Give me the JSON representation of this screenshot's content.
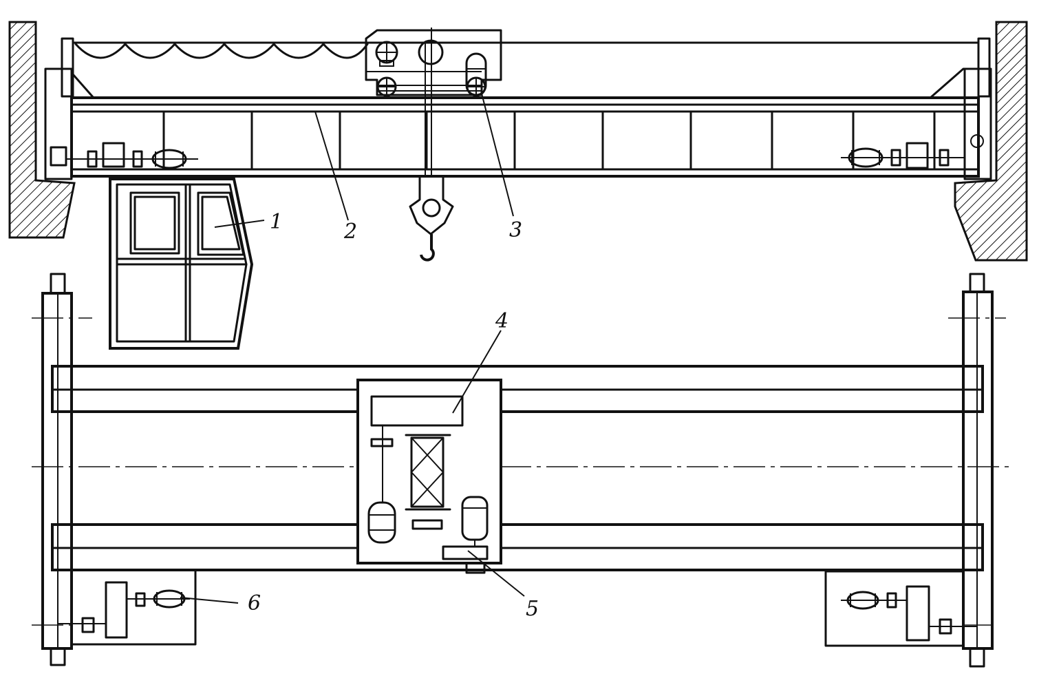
{
  "figure": {
    "labels": [
      {
        "id": "cab",
        "text": "1"
      },
      {
        "id": "bridge-girder",
        "text": "2"
      },
      {
        "id": "trolley",
        "text": "3"
      },
      {
        "id": "hoist-mechanism",
        "text": "4"
      },
      {
        "id": "trolley-travel-drive",
        "text": "5"
      },
      {
        "id": "bridge-travel-drive",
        "text": "6"
      }
    ]
  }
}
